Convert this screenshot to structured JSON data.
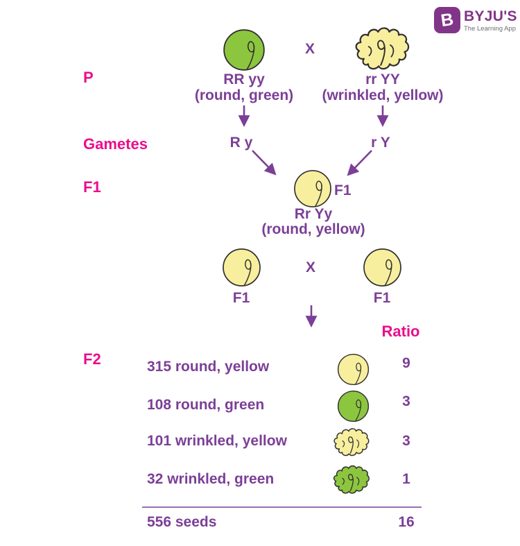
{
  "logo": {
    "badge_letter": "B",
    "brand": "BYJU'S",
    "tagline": "The Learning App"
  },
  "colors": {
    "label_magenta": "#EB0D8C",
    "text_purple": "#7B3F97",
    "pea_yellow": "#F7EF9E",
    "pea_green": "#8CC63F",
    "pea_outline": "#323031",
    "logo_purple": "#813588",
    "logo_tagline_gray": "#6D6E71"
  },
  "generation_labels": {
    "p": "P",
    "gametes": "Gametes",
    "f1": "F1",
    "f2": "F2",
    "ratio": "Ratio"
  },
  "parents": {
    "cross_symbol": "X",
    "left": {
      "pea_icon": "round-green-pea",
      "genotype": "RR yy",
      "phenotype": "(round, green)"
    },
    "right": {
      "pea_icon": "wrinkled-yellow-pea",
      "genotype": "rr YY",
      "phenotype": "(wrinkled, yellow)"
    }
  },
  "gametes": {
    "left": "R y",
    "right": "r Y"
  },
  "f1": {
    "pea_icon": "round-yellow-pea",
    "label": "F1",
    "genotype": "Rr Yy",
    "phenotype": "(round, yellow)"
  },
  "f1_cross": {
    "cross_symbol": "X",
    "left_label": "F1",
    "right_label": "F1"
  },
  "f2": {
    "rows": [
      {
        "count_text": "315 round, yellow",
        "pea_icon": "round-yellow-pea",
        "ratio": "9"
      },
      {
        "count_text": "108 round, green",
        "pea_icon": "round-green-pea",
        "ratio": "3"
      },
      {
        "count_text": "101 wrinkled, yellow",
        "pea_icon": "wrinkled-yellow-pea",
        "ratio": "3"
      },
      {
        "count_text": "32 wrinkled, green",
        "pea_icon": "wrinkled-green-pea",
        "ratio": "1"
      }
    ],
    "total_text": "556 seeds",
    "total_ratio": "16"
  }
}
